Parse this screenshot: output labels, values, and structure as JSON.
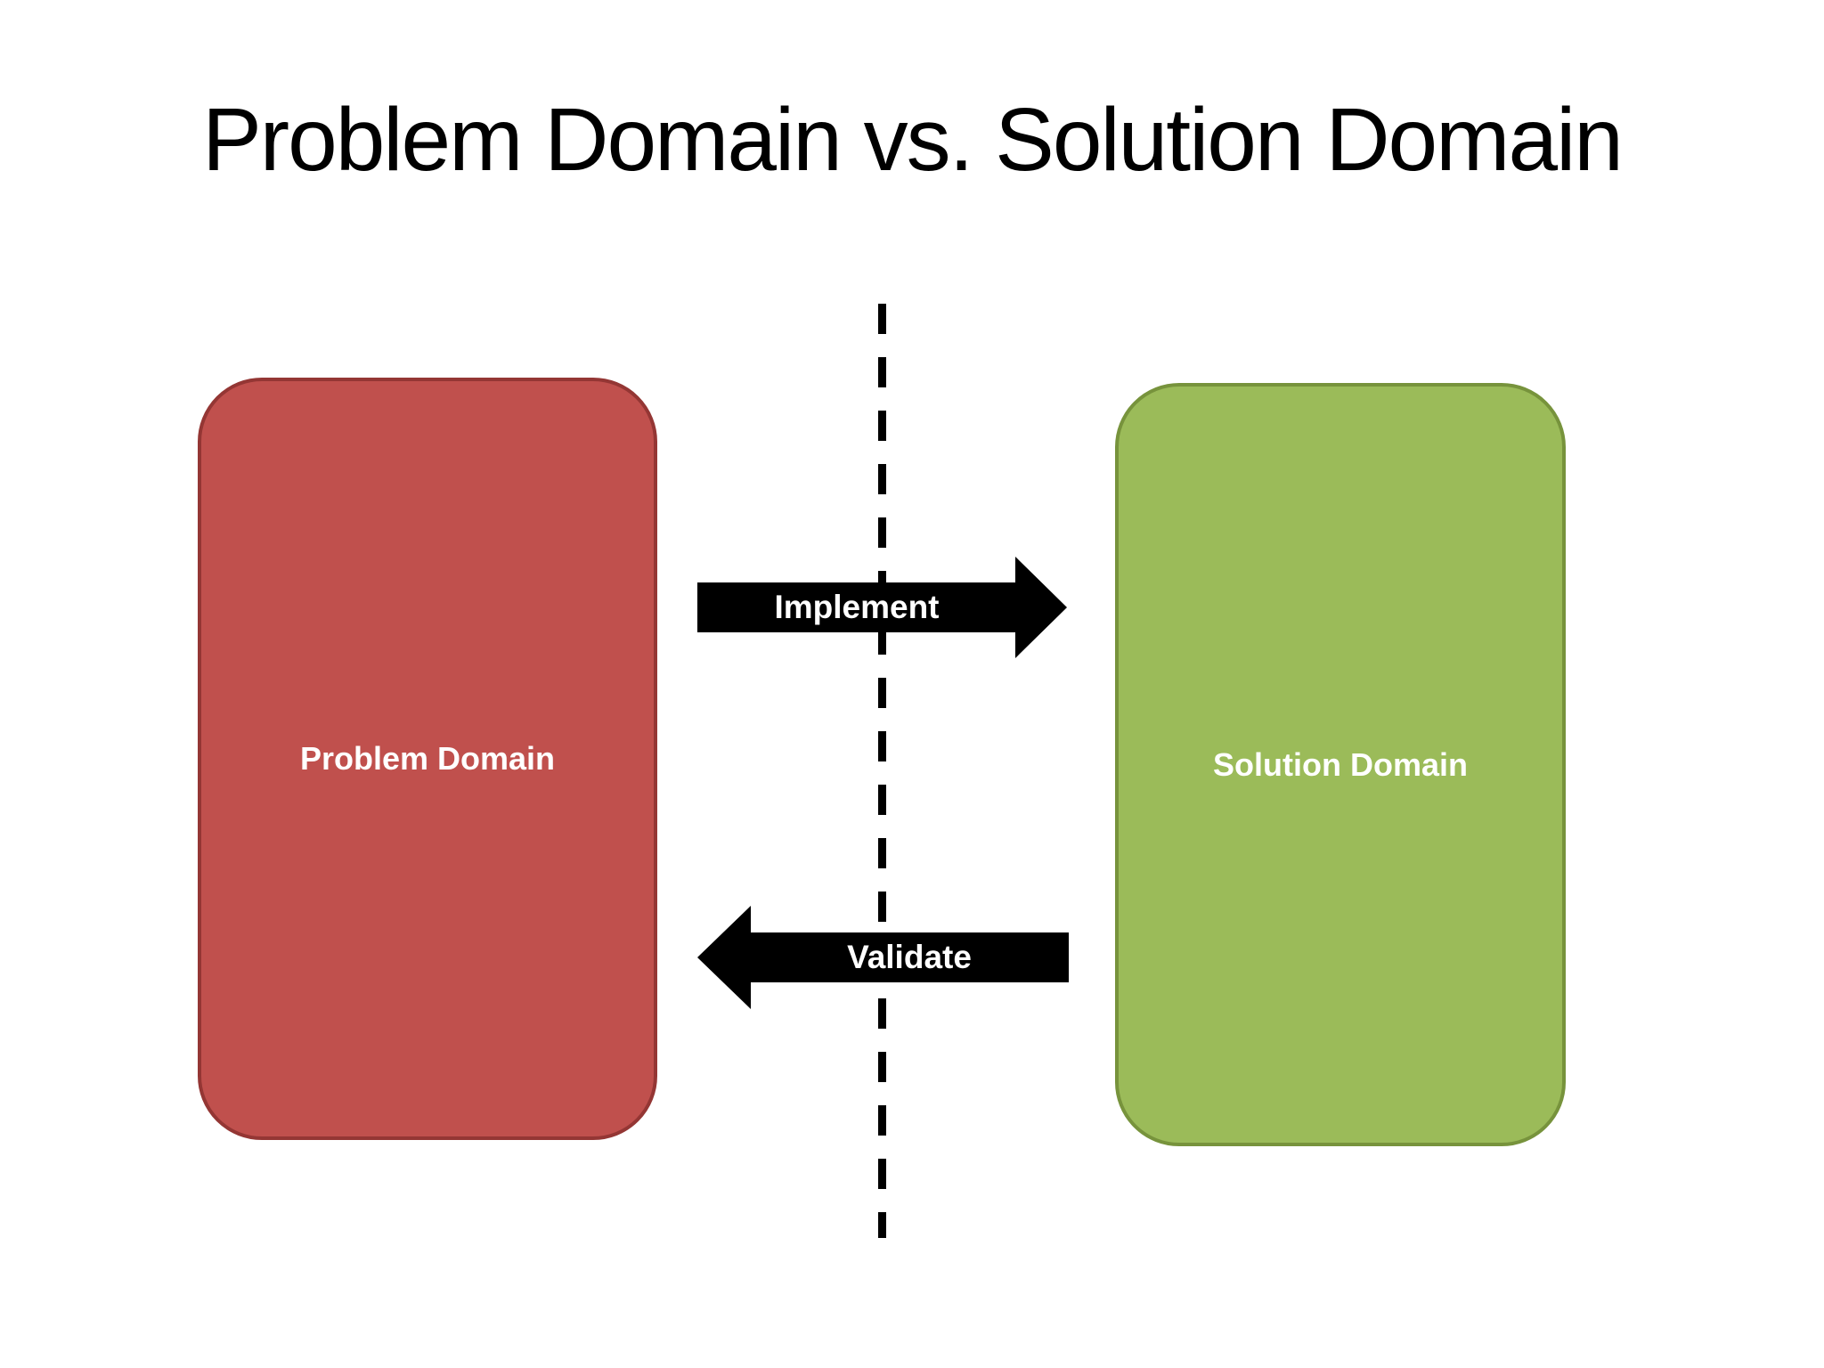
{
  "title": "Problem Domain vs. Solution Domain",
  "diagram": {
    "problem_box": {
      "label": "Problem Domain",
      "fill": "#C0504D",
      "border": "#943634",
      "text_color": "#FFFFFF"
    },
    "solution_box": {
      "label": "Solution Domain",
      "fill": "#9BBB59",
      "border": "#77933C",
      "text_color": "#FFFFFF"
    },
    "implement_arrow": {
      "label": "Implement",
      "direction": "right",
      "color": "#000000",
      "text_color": "#FFFFFF"
    },
    "validate_arrow": {
      "label": "Validate",
      "direction": "left",
      "color": "#000000",
      "text_color": "#FFFFFF"
    },
    "divider": {
      "style": "dashed",
      "orientation": "vertical",
      "color": "#000000"
    }
  }
}
